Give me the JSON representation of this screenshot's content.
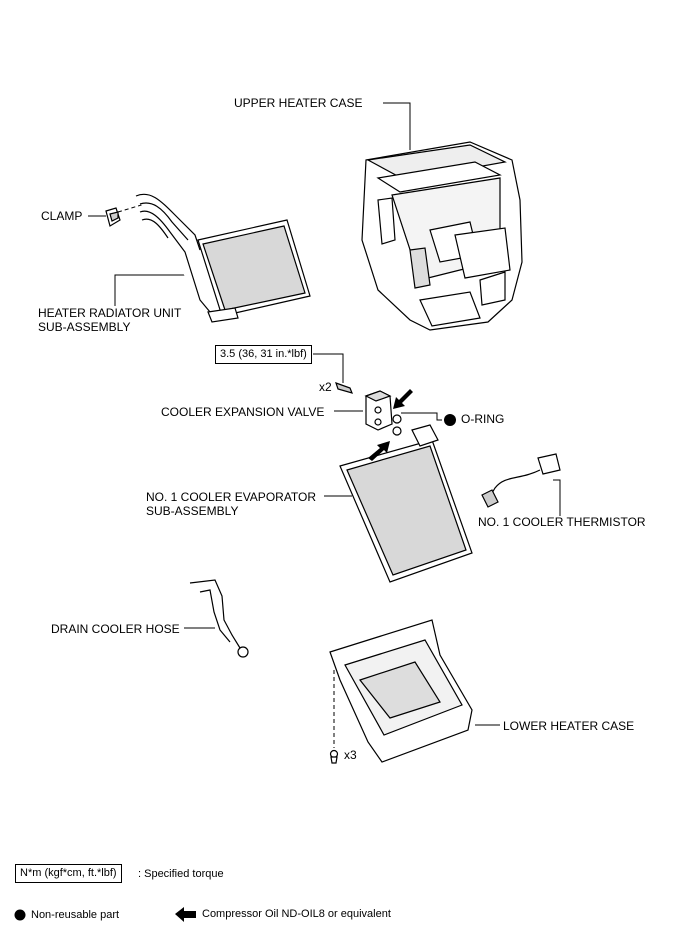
{
  "labels": {
    "upper_heater_case": "UPPER HEATER CASE",
    "clamp": "CLAMP",
    "heater_radiator_line1": "HEATER RADIATOR UNIT",
    "heater_radiator_line2": "SUB-ASSEMBLY",
    "torque_spec": "3.5 (36, 31 in.*lbf)",
    "x2": "x2",
    "cooler_expansion_valve": "COOLER EXPANSION VALVE",
    "o_ring": "O-RING",
    "evaporator_line1": "NO. 1 COOLER EVAPORATOR",
    "evaporator_line2": "SUB-ASSEMBLY",
    "thermistor": "NO. 1 COOLER THERMISTOR",
    "drain_cooler_hose": "DRAIN COOLER HOSE",
    "lower_heater_case": "LOWER HEATER CASE",
    "x3": "x3"
  },
  "legend": {
    "torque_unit_box": "N*m (kgf*cm, ft.*lbf)",
    "torque_desc": ": Specified torque",
    "non_reusable": "Non-reusable part",
    "compressor_oil": "Compressor Oil ND-OIL8 or equivalent"
  }
}
